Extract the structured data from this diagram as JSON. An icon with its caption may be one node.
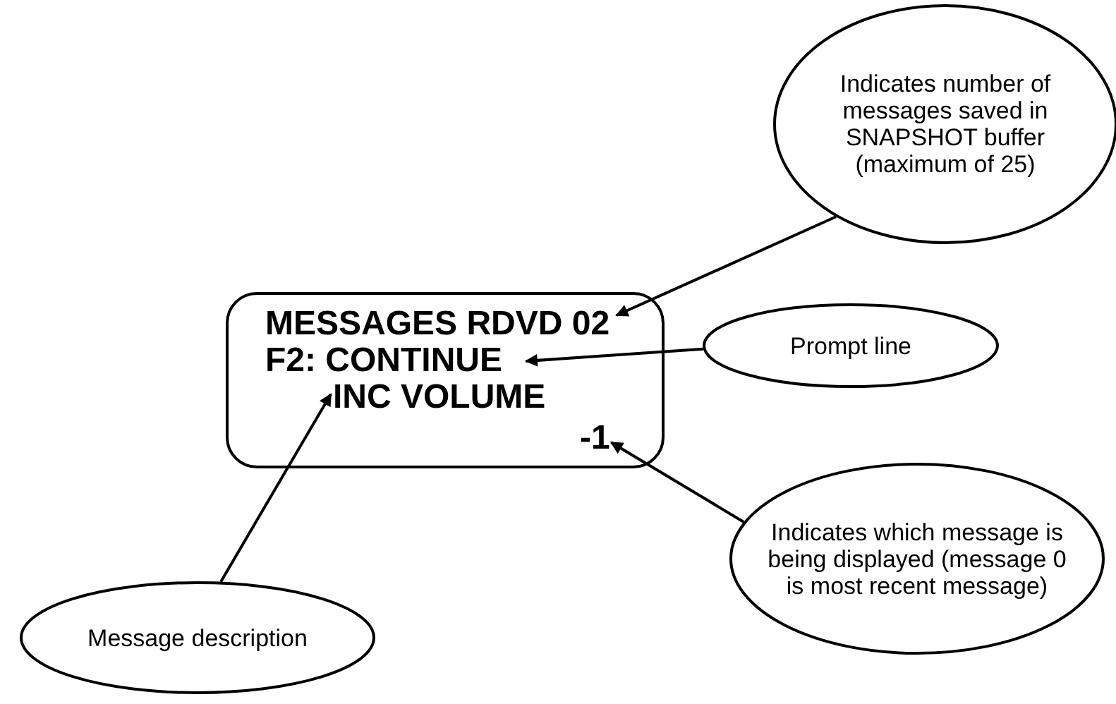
{
  "diagram": {
    "nodes": [
      {
        "text": [],
        "shape": "box"
      },
      {
        "text": [
          "Indicates number of messages saved in SNAPSHOT buffer (maximum of 25)"
        ]
      },
      {
        "text": [
          "MESSAGES RDVD 02"
        ],
        "in": 0
      },
      {
        "text": [
          "Prompt line"
        ]
      },
      {
        "text": [
          "F2: CONTINUE"
        ],
        "in": 0
      },
      {
        "text": [
          "INC VOLUME"
        ],
        "in": 0
      },
      {
        "text": [
          "-1"
        ],
        "in": 0
      },
      {
        "text": [
          "Indicates which message is being displayed (message 0 is most recent message)"
        ]
      },
      {
        "text": [
          "Message description"
        ]
      }
    ],
    "edges": [
      {
        "from": 1,
        "to": 2,
        "arrow": "to"
      },
      {
        "from": 3,
        "to": 4,
        "arrow": "to"
      },
      {
        "from": 7,
        "to": 6,
        "arrow": "to"
      },
      {
        "from": 8,
        "to": 5,
        "arrow": "to"
      }
    ]
  }
}
